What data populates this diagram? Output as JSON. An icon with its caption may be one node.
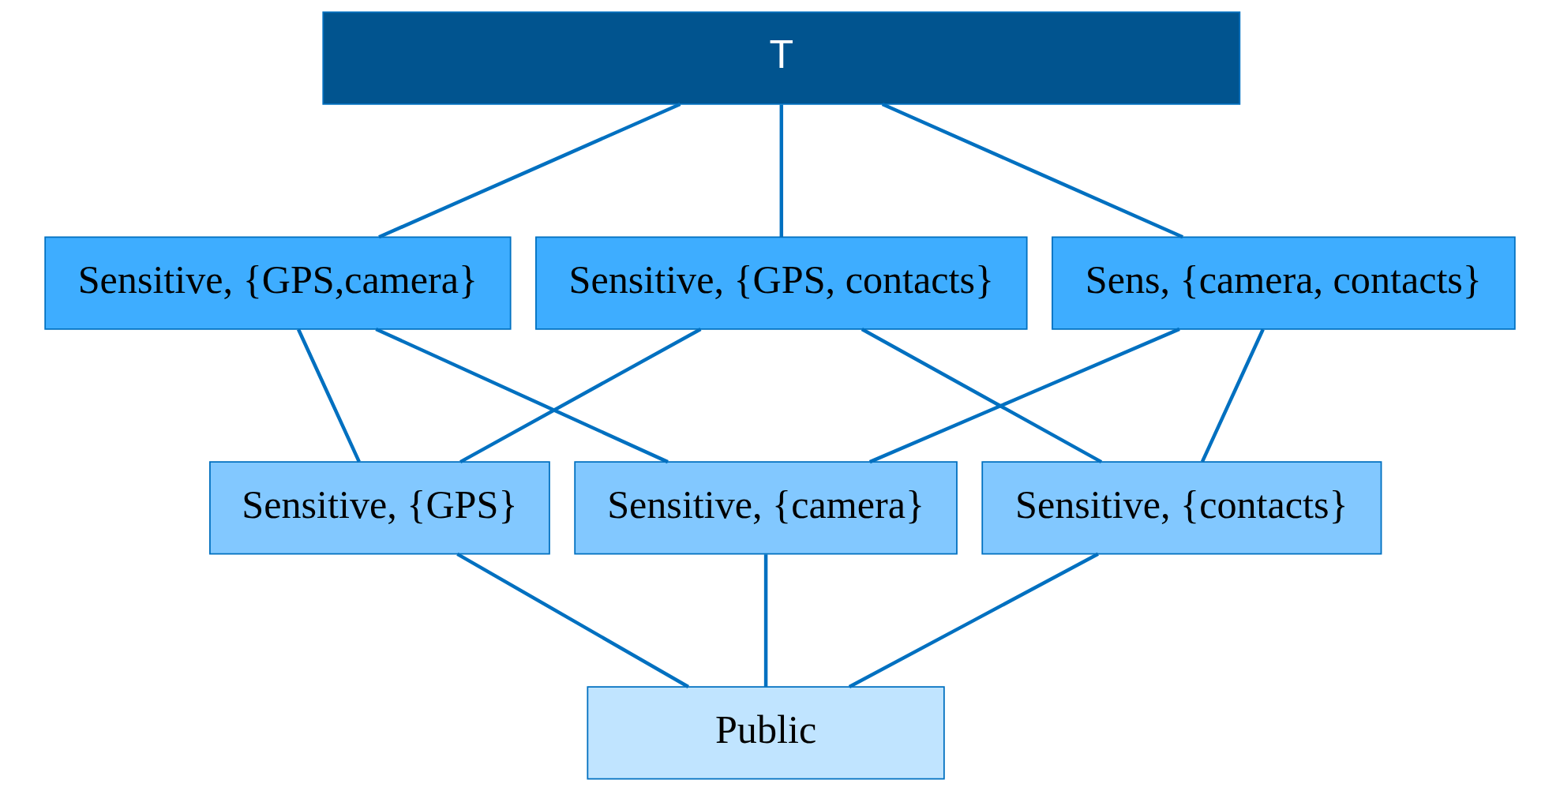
{
  "diagram": {
    "nodes": [
      {
        "text": [
          "T"
        ]
      },
      {
        "text": [
          "Sensitive, {GPS,camera}"
        ]
      },
      {
        "text": [
          "Sensitive, {GPS, contacts}"
        ]
      },
      {
        "text": [
          "Sens, {camera, contacts}"
        ]
      },
      {
        "text": [
          "Sensitive, {GPS}"
        ]
      },
      {
        "text": [
          "Sensitive, {camera}"
        ]
      },
      {
        "text": [
          "Sensitive, {contacts}"
        ]
      },
      {
        "text": [
          "Public"
        ]
      }
    ],
    "edges": [
      {
        "from": 0,
        "to": 1,
        "arrow": "none"
      },
      {
        "from": 0,
        "to": 2,
        "arrow": "none"
      },
      {
        "from": 0,
        "to": 3,
        "arrow": "none"
      },
      {
        "from": 1,
        "to": 4,
        "arrow": "none"
      },
      {
        "from": 1,
        "to": 5,
        "arrow": "none"
      },
      {
        "from": 2,
        "to": 4,
        "arrow": "none"
      },
      {
        "from": 2,
        "to": 6,
        "arrow": "none"
      },
      {
        "from": 3,
        "to": 5,
        "arrow": "none"
      },
      {
        "from": 3,
        "to": 6,
        "arrow": "none"
      },
      {
        "from": 4,
        "to": 7,
        "arrow": "none"
      },
      {
        "from": 5,
        "to": 7,
        "arrow": "none"
      },
      {
        "from": 6,
        "to": 7,
        "arrow": "none"
      }
    ]
  }
}
